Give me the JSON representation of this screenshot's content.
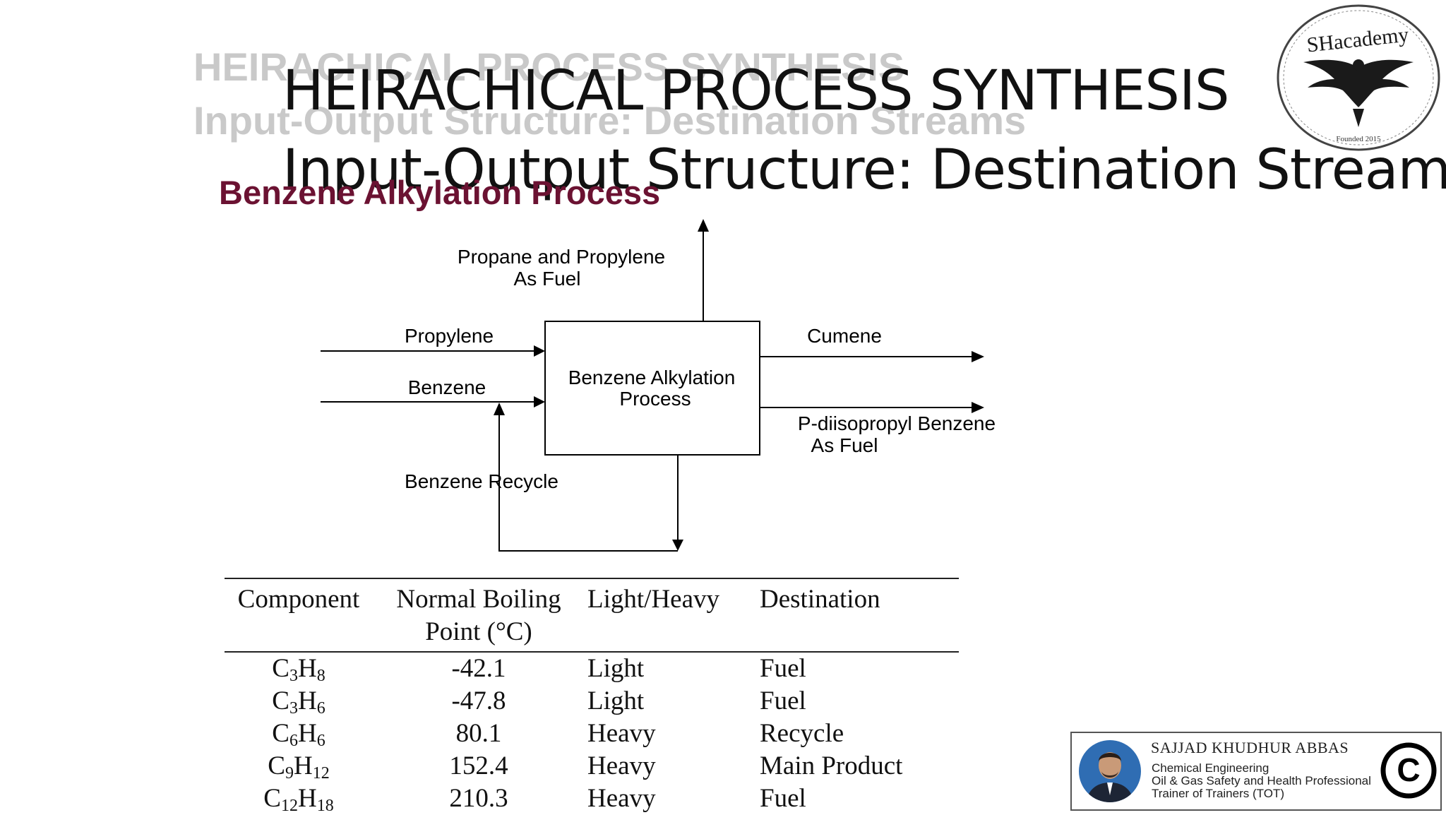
{
  "slide": {
    "title_line1": "HEIRACHICAL PROCESS SYNTHESIS",
    "title_line2": "Input-Output Structure: Destination Streams",
    "ghost_title": "HEIRACHICAL PROCESS SYNTHESIS",
    "ghost_subtitle": "Input-Output Structure: Destination Streams",
    "subheading": "Benzene Alkylation Process"
  },
  "logo": {
    "icon": "eagle-emblem-icon",
    "text": "SHacademy",
    "founded": "Founded 2015"
  },
  "diagram": {
    "top_output_line1": "Propane and Propylene",
    "top_output_line2": "As Fuel",
    "input_propylene": "Propylene",
    "input_benzene": "Benzene",
    "box_line1": "Benzene Alkylation",
    "box_line2": "Process",
    "output_cumene": "Cumene",
    "output_pdiisopropyl_line1": "P-diisopropyl Benzene",
    "output_pdiisopropyl_line2": "As  Fuel",
    "recycle": "Benzene Recycle"
  },
  "table": {
    "headers": {
      "component": "Component",
      "boiling_line1": "Normal Boiling",
      "boiling_line2": "Point (°C)",
      "light_heavy": "Light/Heavy",
      "destination": "Destination"
    },
    "rows": [
      {
        "c": "C",
        "n1": "3",
        "h": "H",
        "n2": "8",
        "bp": "-42.1",
        "lh": "Light",
        "dest": "Fuel"
      },
      {
        "c": "C",
        "n1": "3",
        "h": "H",
        "n2": "6",
        "bp": "-47.8",
        "lh": "Light",
        "dest": "Fuel"
      },
      {
        "c": "C",
        "n1": "6",
        "h": "H",
        "n2": "6",
        "bp": "80.1",
        "lh": "Heavy",
        "dest": "Recycle"
      },
      {
        "c": "C",
        "n1": "9",
        "h": "H",
        "n2": "12",
        "bp": "152.4",
        "lh": "Heavy",
        "dest": "Main Product"
      },
      {
        "c": "C",
        "n1": "12",
        "h": "H",
        "n2": "18",
        "bp": "210.3",
        "lh": "Heavy",
        "dest": "Fuel"
      }
    ]
  },
  "profile": {
    "name": "SAJJAD KHUDHUR ABBAS",
    "line1": "Chemical Engineering",
    "line2": "Oil & Gas Safety and Health Professional",
    "line3": "Trainer of Trainers (TOT)",
    "copyright_icon": "copyright-icon",
    "avatar_icon": "person-avatar-icon"
  },
  "colors": {
    "subheading": "#6b1232",
    "ghost": "#c9c9c9",
    "avatar_bg": "#2f6db3"
  }
}
